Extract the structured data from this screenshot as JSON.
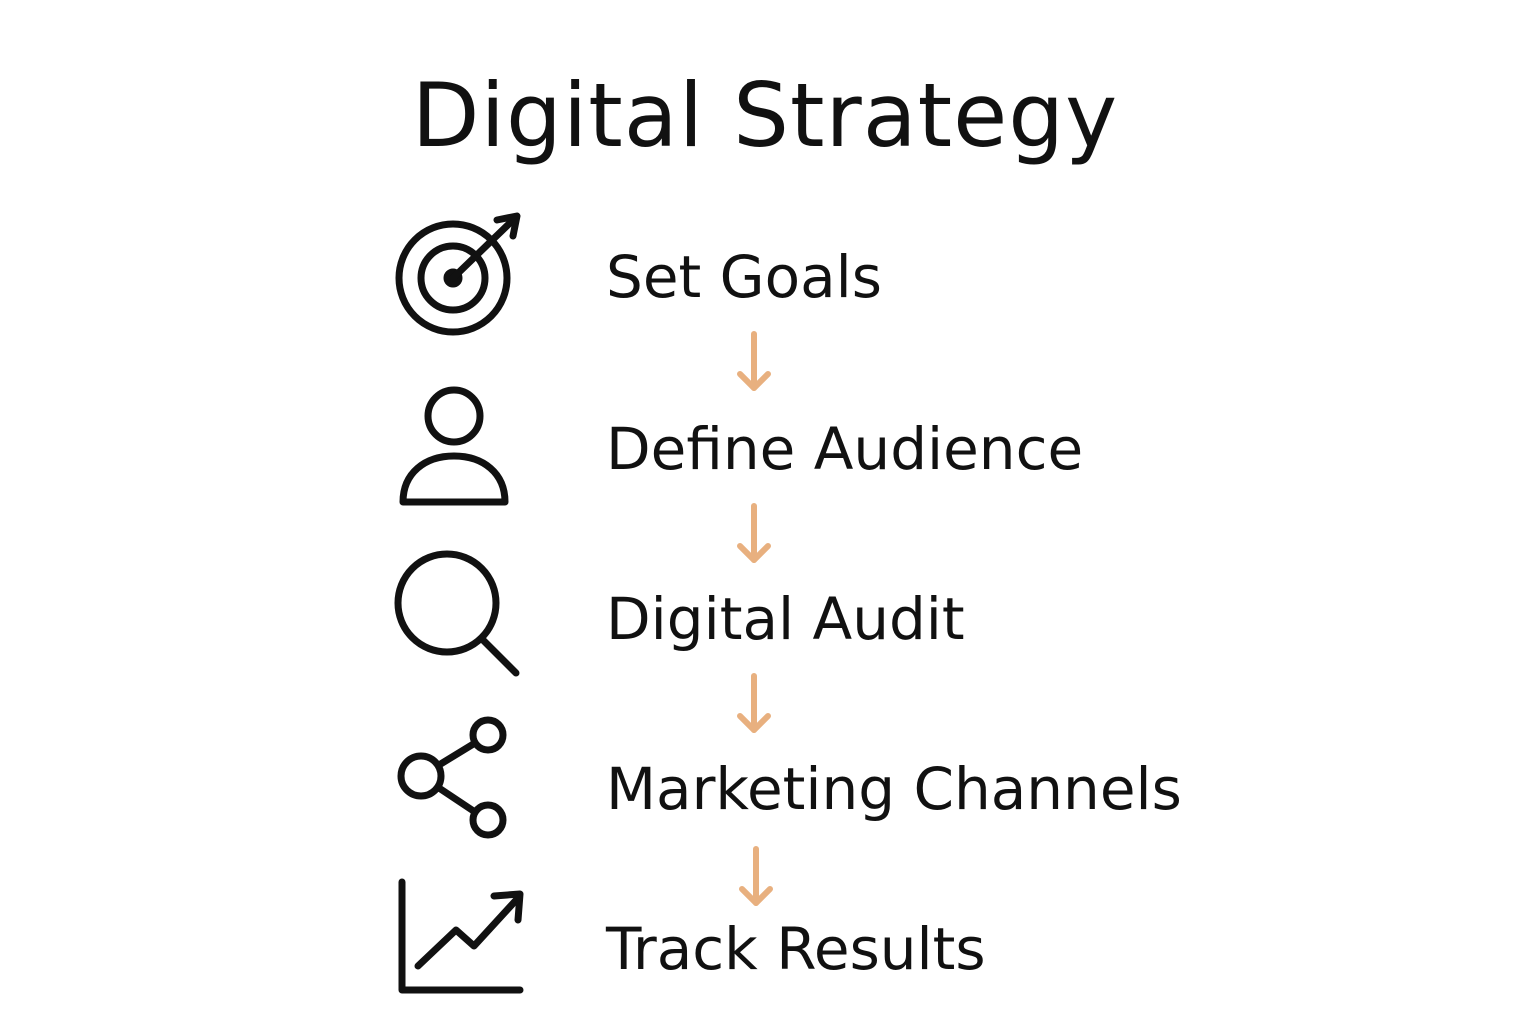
{
  "title": "Digital Strategy",
  "colors": {
    "text": "#111111",
    "arrow": "#E8B07F",
    "background": "#ffffff"
  },
  "steps": [
    {
      "label": "Set Goals",
      "icon": "target-icon"
    },
    {
      "label": "Define Audience",
      "icon": "person-icon"
    },
    {
      "label": "Digital Audit",
      "icon": "magnifier-icon"
    },
    {
      "label": "Marketing Channels",
      "icon": "share-icon"
    },
    {
      "label": "Track Results",
      "icon": "trend-chart-icon"
    }
  ]
}
